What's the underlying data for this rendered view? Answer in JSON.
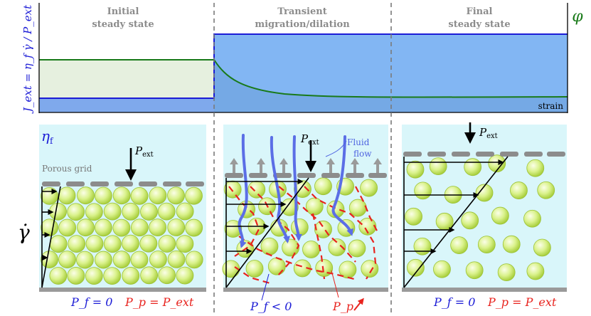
{
  "top_panel": {
    "phases": [
      {
        "line1": "Initial",
        "line2": "steady state"
      },
      {
        "line1": "Transient",
        "line2": "migration/dilation"
      },
      {
        "line1": "Final",
        "line2": "steady state"
      }
    ],
    "left_axis_label": "J_ext = η_f γ̇ / P_ext",
    "right_axis_label": "φ",
    "x_axis_label": "strain"
  },
  "panels": {
    "viscosity_symbol": "η",
    "viscosity_subscript": "f",
    "shear_rate_symbol": "γ̇",
    "porous_grid_label": "Porous grid",
    "external_pressure_symbol": "P",
    "external_pressure_subscript": "ext",
    "fluid_flow_label_1": "Fluid",
    "fluid_flow_label_2": "flow",
    "fluid_pressure_label": "P_f = 0",
    "particle_pressure_label": "P_p = P_ext",
    "negative_fluid_pressure_label": "P_f < 0",
    "particle_pressure_symbol": "P_p"
  },
  "colors": {
    "flux_line": "#1c1cd6",
    "volume_fraction_line": "#197a19",
    "fluid_fill": "#d9f6fa",
    "particle": "#d4f07c",
    "force_chain": "#e8231e",
    "fluid_flow_arrow": "#5b6ee6",
    "grid_bar": "#8c8c8c",
    "pressure_text_fluid": "#1c1cd6",
    "pressure_text_particle": "#e8231e"
  }
}
